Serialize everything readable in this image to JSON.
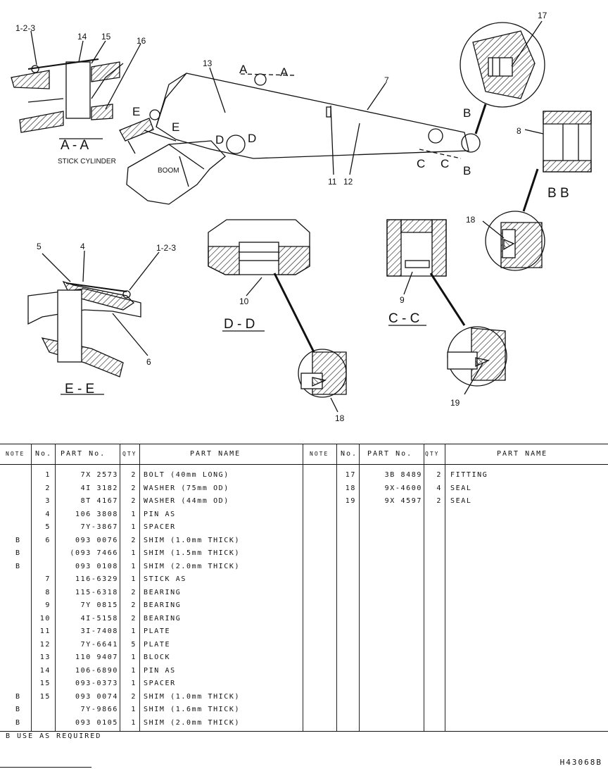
{
  "diagram": {
    "callouts": {
      "c1": "1-2-3",
      "c14": "14",
      "c15": "15",
      "c16": "16",
      "c13": "13",
      "c7": "7",
      "c17": "17",
      "c8": "8",
      "c11": "11",
      "c12": "12",
      "c18a": "18",
      "c5": "5",
      "c4": "4",
      "c1b": "1-2-3",
      "c6": "6",
      "c10": "10",
      "c9": "9",
      "c18b": "18",
      "c19": "19"
    },
    "section_letters": {
      "a1": "A",
      "a2": "A",
      "b1": "B",
      "b2": "B",
      "c1": "C",
      "c2": "C",
      "d1": "D",
      "d2": "D",
      "e1": "E",
      "e2": "E"
    },
    "views": {
      "aa": "A - A",
      "stick_cylinder": "STICK CYLINDER",
      "boom": "BOOM",
      "ee": "E - E",
      "dd": "D - D",
      "cc": "C - C",
      "bb": "B   B"
    }
  },
  "table": {
    "headers": {
      "note": "NOTE",
      "no": "No.",
      "part_no": "PART No.",
      "qty": "QTY",
      "part_name": "PART NAME",
      "note_r": "NOTE",
      "no_r": "No.",
      "part_no_r": "PART No.",
      "qty_r": "QTY",
      "part_name_r": "PART NAME"
    },
    "left_rows": [
      {
        "note": "",
        "no": "1",
        "part_no": "7X 2573",
        "qty": "2",
        "name": "BOLT (40mm LONG)"
      },
      {
        "note": "",
        "no": "2",
        "part_no": "4I 3182",
        "qty": "2",
        "name": "WASHER (75mm OD)"
      },
      {
        "note": "",
        "no": "3",
        "part_no": "8T 4167",
        "qty": "2",
        "name": "WASHER (44mm OD)"
      },
      {
        "note": "",
        "no": "4",
        "part_no": "106 3808",
        "qty": "1",
        "name": "PIN AS"
      },
      {
        "note": "",
        "no": "5",
        "part_no": "7Y-3867",
        "qty": "1",
        "name": "SPACER"
      },
      {
        "note": "B",
        "no": "6",
        "part_no": "093 0076",
        "qty": "2",
        "name": "SHIM (1.0mm THICK)"
      },
      {
        "note": "B",
        "no": "",
        "part_no": "(093 7466",
        "qty": "1",
        "name": "SHIM (1.5mm THICK)"
      },
      {
        "note": "B",
        "no": "",
        "part_no": "093 0108",
        "qty": "1",
        "name": "SHIM (2.0mm THICK)"
      },
      {
        "note": "",
        "no": "7",
        "part_no": "116-6329",
        "qty": "1",
        "name": "STICK AS"
      },
      {
        "note": "",
        "no": "8",
        "part_no": "115-6318",
        "qty": "2",
        "name": "BEARING"
      },
      {
        "note": "",
        "no": "9",
        "part_no": "7Y 0815",
        "qty": "2",
        "name": "BEARING"
      },
      {
        "note": "",
        "no": "10",
        "part_no": "4I-5158",
        "qty": "2",
        "name": "BEARING"
      },
      {
        "note": "",
        "no": "11",
        "part_no": "3I-7408",
        "qty": "1",
        "name": "PLATE"
      },
      {
        "note": "",
        "no": "12",
        "part_no": "7Y-6641",
        "qty": "5",
        "name": "PLATE"
      },
      {
        "note": "",
        "no": "13",
        "part_no": "110 9407",
        "qty": "1",
        "name": "BLOCK"
      },
      {
        "note": "",
        "no": "14",
        "part_no": "106-6890",
        "qty": "1",
        "name": "PIN AS"
      },
      {
        "note": "",
        "no": "15",
        "part_no": "093-0373",
        "qty": "1",
        "name": "SPACER"
      },
      {
        "note": "B",
        "no": "15",
        "part_no": "093 0074",
        "qty": "2",
        "name": "SHIM (1.0mm THICK)"
      },
      {
        "note": "B",
        "no": "",
        "part_no": "7Y-9866",
        "qty": "1",
        "name": "SHIM (1.6mm THICK)"
      },
      {
        "note": "B",
        "no": "",
        "part_no": "093 0105",
        "qty": "1",
        "name": "SHIM (2.0mm THICK)"
      }
    ],
    "right_rows": [
      {
        "note": "",
        "no": "17",
        "part_no": "3B 8489",
        "qty": "2",
        "name": "FITTING"
      },
      {
        "note": "",
        "no": "18",
        "part_no": "9X-4600",
        "qty": "4",
        "name": "SEAL"
      },
      {
        "note": "",
        "no": "19",
        "part_no": "9X 4597",
        "qty": "2",
        "name": "SEAL"
      }
    ]
  },
  "footer": {
    "note": "B USE AS REQUIRED",
    "drawing_no": "H43068B"
  }
}
